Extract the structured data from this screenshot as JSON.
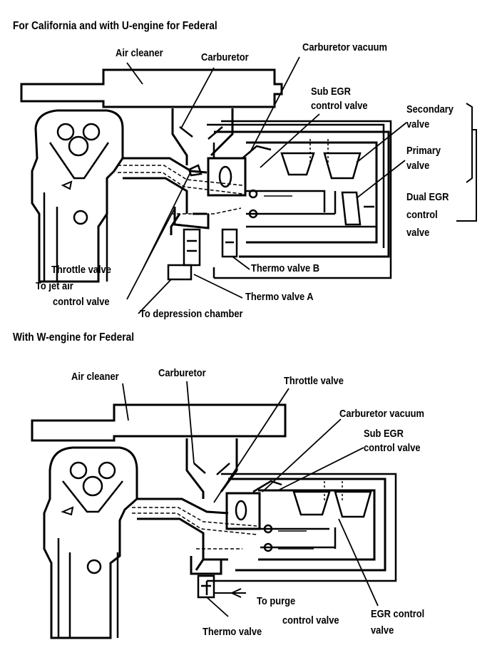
{
  "top_diagram": {
    "heading": "For California and with U-engine for Federal",
    "labels": {
      "air_cleaner": "Air cleaner",
      "carburetor": "Carburetor",
      "carburetor_vacuum": "Carburetor vacuum",
      "sub_egr_1": "Sub EGR",
      "sub_egr_2": "control valve",
      "secondary_1": "Secondary",
      "secondary_2": "valve",
      "primary_1": "Primary",
      "primary_2": "valve",
      "dual_egr_1": "Dual EGR",
      "dual_egr_2": "control",
      "dual_egr_3": "valve",
      "throttle_valve": "Throttle valve",
      "jet_air_1": "To jet air",
      "jet_air_2": "control valve",
      "thermo_b": "Thermo valve B",
      "thermo_a": "Thermo valve A",
      "depression": "To depression chamber"
    }
  },
  "bottom_diagram": {
    "heading": "With W-engine for Federal",
    "labels": {
      "air_cleaner": "Air cleaner",
      "carburetor": "Carburetor",
      "throttle_valve": "Throttle valve",
      "carburetor_vacuum": "Carburetor vacuum",
      "sub_egr_1": "Sub EGR",
      "sub_egr_2": "control valve",
      "purge_1": "To purge",
      "purge_2": "control valve",
      "egr_1": "EGR control",
      "egr_2": "valve",
      "thermo_valve": "Thermo valve"
    }
  }
}
